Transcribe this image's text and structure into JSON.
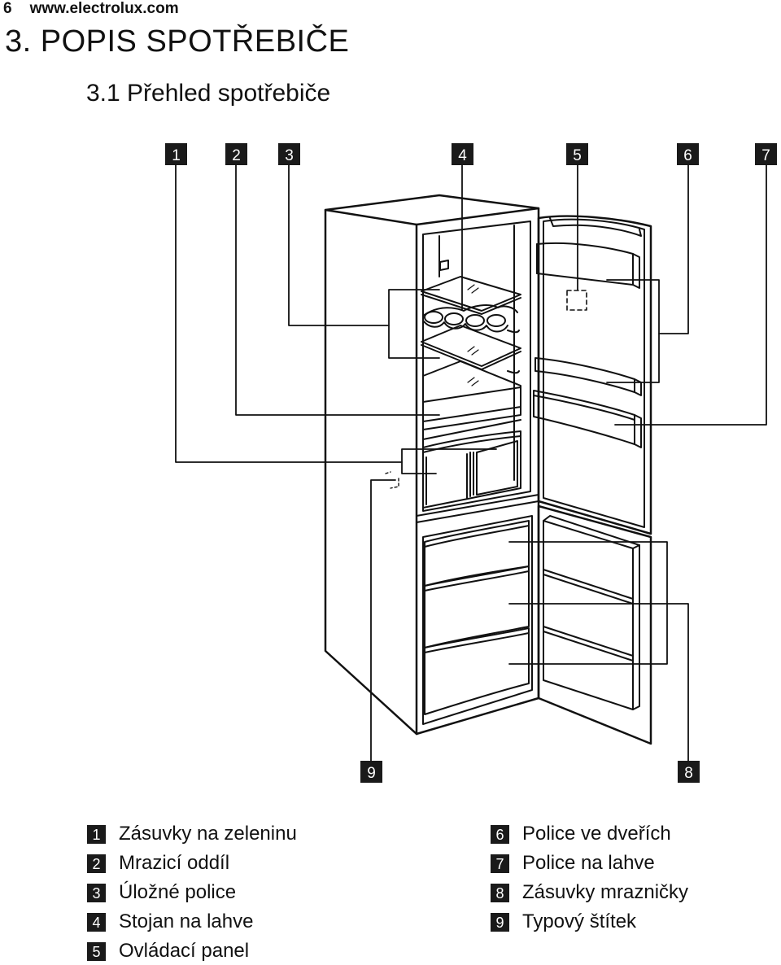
{
  "header": {
    "page_number": "6",
    "site": "www.electrolux.com"
  },
  "section_title": "3. POPIS SPOTŘEBIČE",
  "subsection_title": "3.1 Přehled spotřebiče",
  "callouts": {
    "c1": "1",
    "c2": "2",
    "c3": "3",
    "c4": "4",
    "c5": "5",
    "c6": "6",
    "c7": "7",
    "c8": "8",
    "c9": "9"
  },
  "legend": {
    "left": [
      {
        "num": "1",
        "label": "Zásuvky na zeleninu"
      },
      {
        "num": "2",
        "label": "Mrazicí oddíl"
      },
      {
        "num": "3",
        "label": "Úložné police"
      },
      {
        "num": "4",
        "label": "Stojan na lahve"
      },
      {
        "num": "5",
        "label": "Ovládací panel"
      }
    ],
    "right": [
      {
        "num": "6",
        "label": "Police ve dveřích"
      },
      {
        "num": "7",
        "label": "Police na lahve"
      },
      {
        "num": "8",
        "label": "Zásuvky mrazničky"
      },
      {
        "num": "9",
        "label": "Typový štítek"
      }
    ]
  }
}
